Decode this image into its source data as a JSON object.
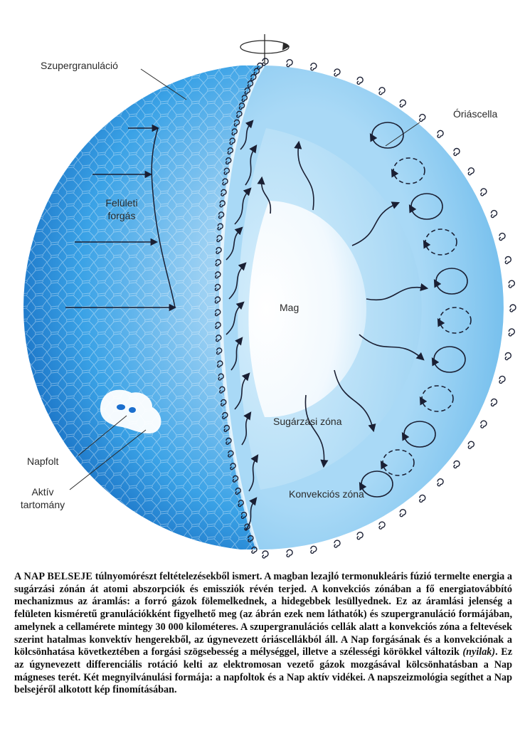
{
  "labels": {
    "szupergranulacio": "Szupergranuláció",
    "oriascella": "Óriáscella",
    "feluleti_line1": "Felületi",
    "feluleti_line2": "forgás",
    "mag": "Mag",
    "sugarzasi": "Sugárzási zóna",
    "konvekcios": "Konvekciós zóna",
    "napfolt": "Napfolt",
    "aktiv_line1": "Aktív",
    "aktiv_line2": "tartomány"
  },
  "caption": {
    "lead": "A NAP BELSEJE",
    "text_a": " túlnyomórészt feltételezésekből ismert. A magban lezajló termonukleáris fúzió termelte energia a sugárzási zónán át atomi abszorpciók és emissziók révén terjed. A konvekciós zónában a fő energiatovábbító mechanizmus az áramlás: a forró gázok fölemelkednek, a hidegebbek lesüllyednek. Ez az áramlási jelenség a felületen kisméretű granulációkként figyelhető meg (az ábrán ezek nem láthatók) és szupergranuláció formájában, amelynek a cellamérete mintegy 30 000 kilométeres. A szupergranulációs cellák alatt a konvekciós zóna a feltevések szerint hatalmas konvektív hengerekből, az úgynevezett óriáscellákból áll. A Nap forgásának és a konvekciónak a kölcsönhatása következtében a forgási szögsebesség a mélységgel, illetve a szélességi körökkel változik ",
    "italic": "(nyilak)",
    "text_b": ". Ez az úgynevezett differenciális rotáció kelti az elektromosan vezető gázok mozgásával kölcsönhatásban a Nap mágneses terét. Két megnyilvánulási formája: a napfoltok és a Nap aktív vidékei. A napszeizmológia segíthet a Nap belsejéről alkotott kép finomításában."
  },
  "colors": {
    "sphere_light": "#bfe2f8",
    "sphere_mid": "#2c9be3",
    "sphere_dark": "#0a5cb8",
    "convection": "#7cc4ee",
    "radiation": "#b4dff7",
    "core": "#ffffff",
    "arrow": "#1a1f33"
  }
}
